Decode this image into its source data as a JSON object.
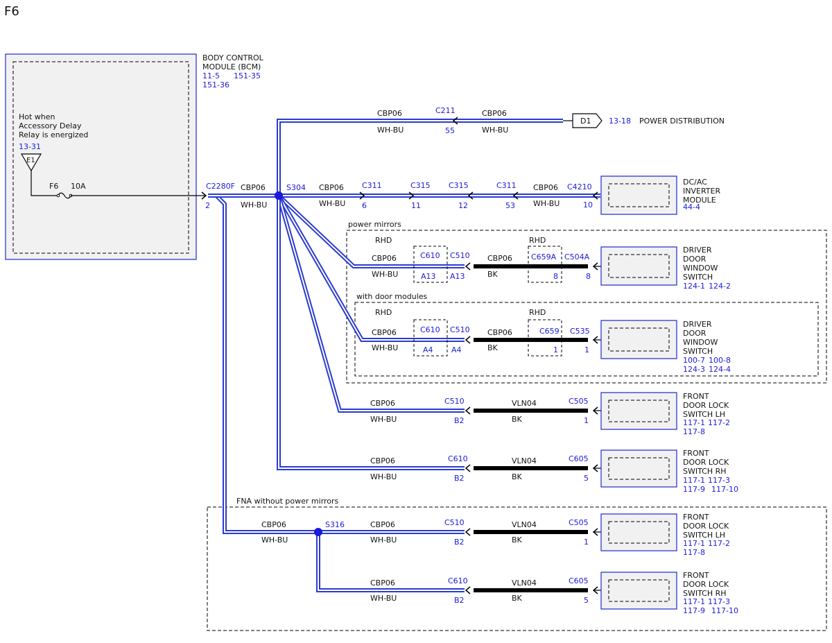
{
  "page_title": "F6",
  "bcm": {
    "name_lines": [
      "BODY CONTROL",
      "MODULE (BCM)"
    ],
    "refs_row1": [
      "11-5",
      "151-35"
    ],
    "refs_row2": [
      "151-36"
    ],
    "note_lines": [
      "Hot when",
      "Accessory Delay",
      "Relay is energized"
    ],
    "note_ref": "13-31",
    "source_label": "E1",
    "fuse_label": "F6",
    "fuse_rating": "10A",
    "connector": "C2280F",
    "pin": "2"
  },
  "trunk": {
    "circuit": "CBP06",
    "color": "WH-BU",
    "splice": "S304"
  },
  "power_dist": {
    "circuit_left": "CBP06",
    "color_left": "WH-BU",
    "connector": "C211",
    "pin": "55",
    "circuit_right": "CBP06",
    "color_right": "WH-BU",
    "tag": "D1",
    "ref": "13-18",
    "label": "POWER DISTRIBUTION"
  },
  "inverter": {
    "circuit_a": "CBP06",
    "color_a": "WH-BU",
    "c311_a": "C311",
    "pin_6": "6",
    "c315_a": "C315",
    "pin_11": "11",
    "c315_b": "C315",
    "pin_12": "12",
    "c311_b": "C311",
    "pin_53": "53",
    "circuit_b": "CBP06",
    "color_b": "WH-BU",
    "connector": "C4210",
    "pin_10": "10",
    "name_lines": [
      "DC/AC",
      "INVERTER",
      "MODULE"
    ],
    "ref": "44-4"
  },
  "power_mirrors": {
    "group_label": "power mirrors",
    "rhd_left": "RHD",
    "rhd_right": "RHD",
    "circuit_left": "CBP06",
    "color_left": "WH-BU",
    "c610": "C610",
    "c610_pin": "A13",
    "c510": "C510",
    "c510_pin": "A13",
    "circuit_mid": "CBP06",
    "color_mid": "BK",
    "c659a": "C659A",
    "c659a_pin": "8",
    "c504a": "C504A",
    "c504a_pin": "8",
    "name_lines": [
      "DRIVER",
      "DOOR",
      "WINDOW",
      "SWITCH"
    ],
    "refs": [
      "124-1",
      "124-2"
    ]
  },
  "door_modules": {
    "group_label": "with door modules",
    "rhd_left": "RHD",
    "rhd_right": "RHD",
    "circuit_left": "CBP06",
    "color_left": "WH-BU",
    "c610": "C610",
    "c610_pin": "A4",
    "c510": "C510",
    "c510_pin": "A4",
    "circuit_mid": "CBP06",
    "color_mid": "BK",
    "c659": "C659",
    "c659_pin": "1",
    "c535": "C535",
    "c535_pin": "1",
    "name_lines": [
      "DRIVER",
      "DOOR",
      "WINDOW",
      "SWITCH"
    ],
    "refs_row1": [
      "100-7",
      "100-8"
    ],
    "refs_row2": [
      "124-3",
      "124-4"
    ]
  },
  "lock_lh": {
    "circuit_left": "CBP06",
    "color_left": "WH-BU",
    "c510": "C510",
    "c510_pin": "B2",
    "circuit_mid": "VLN04",
    "color_mid": "BK",
    "c505": "C505",
    "c505_pin": "1",
    "name_lines": [
      "FRONT",
      "DOOR LOCK",
      "SWITCH LH"
    ],
    "refs_row1": [
      "117-1",
      "117-2"
    ],
    "refs_row2": [
      "117-8"
    ]
  },
  "lock_rh": {
    "circuit_left": "CBP06",
    "color_left": "WH-BU",
    "c610": "C610",
    "c610_pin": "B2",
    "circuit_mid": "VLN04",
    "color_mid": "BK",
    "c605": "C605",
    "c605_pin": "5",
    "name_lines": [
      "FRONT",
      "DOOR LOCK",
      "SWITCH RH"
    ],
    "refs_row1": [
      "117-1",
      "117-3"
    ],
    "refs_row2": [
      "117-9",
      "117-10"
    ]
  },
  "fna": {
    "group_label": "FNA without power mirrors",
    "circuit_trunk": "CBP06",
    "color_trunk": "WH-BU",
    "splice": "S316",
    "lh": {
      "circuit_left": "CBP06",
      "color_left": "WH-BU",
      "c510": "C510",
      "c510_pin": "B2",
      "circuit_mid": "VLN04",
      "color_mid": "BK",
      "c505": "C505",
      "c505_pin": "1",
      "name_lines": [
        "FRONT",
        "DOOR LOCK",
        "SWITCH LH"
      ],
      "refs_row1": [
        "117-1",
        "117-2"
      ],
      "refs_row2": [
        "117-8"
      ]
    },
    "rh": {
      "circuit_left": "CBP06",
      "color_left": "WH-BU",
      "c610": "C610",
      "c610_pin": "B2",
      "circuit_mid": "VLN04",
      "color_mid": "BK",
      "c605": "C605",
      "c605_pin": "5",
      "name_lines": [
        "FRONT",
        "DOOR LOCK",
        "SWITCH RH"
      ],
      "refs_row1": [
        "117-1",
        "117-3"
      ],
      "refs_row2": [
        "117-9",
        "117-10"
      ]
    }
  },
  "colors": {
    "wire_blue": "#2a3ad0",
    "ref_blue": "#1a1ad8",
    "splice_blue": "#1a1ad8",
    "component_fill": "#f1f1f1"
  }
}
